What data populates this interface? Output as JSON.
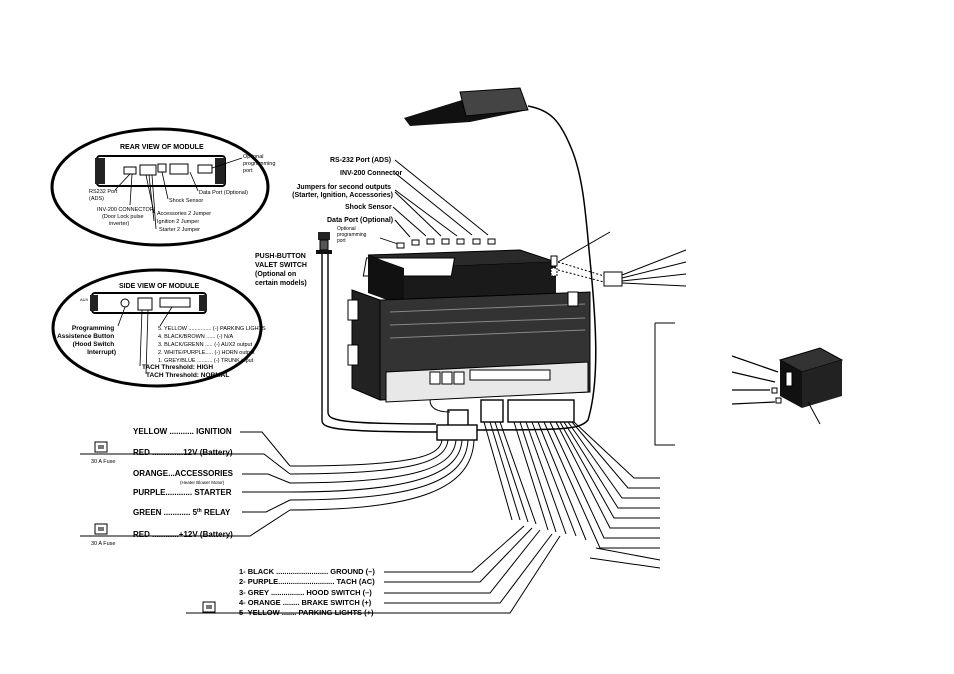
{
  "rear_view": {
    "title": "REAR VIEW OF MODULE",
    "optional_port": [
      "Optional",
      "programming",
      "port"
    ],
    "rs232": [
      "RS232 Port",
      "(ADS)"
    ],
    "inv200": [
      "INV-200 CONNECTOR",
      "(Door Lock pulse",
      "inverter)"
    ],
    "data_port": "Data Port (Optional)",
    "shock_sensor": "Shock Sensor",
    "acc2": "Accessories 2 Jumper",
    "ign2": "Ignition 2 Jumper",
    "start2": "Starter 2 Jumper"
  },
  "side_view": {
    "title": "SIDE VIEW OF MODULE",
    "prog_button": [
      "Programming",
      "Assistence Button",
      "(Hood Switch",
      "Interrupt)"
    ],
    "pins": [
      "5. YELLOW ............... (-) PARKING LIGHTS",
      "4. BLACK/BROWN ...... (-) N/A",
      "3. BLACK/GRENN ..... (-) AUX2 output",
      "2. WHITE/PURPLE..... (-) HORN output",
      "1. GREY/BLUE .......... (-) TRUNK input"
    ],
    "tach_high": "TACH Threshold: HIGH",
    "tach_normal": "TACH Threshold: NORMAL"
  },
  "callouts": {
    "rs232": "RS-232 Port (ADS)",
    "inv200": "INV-200 Connector",
    "jumpers": [
      "Jumpers for second outputs",
      "(Starter, Ignition, Accessories)"
    ],
    "shock": "Shock Sensor",
    "data": "Data Port (Optional)",
    "optional_port": [
      "Optional",
      "programming",
      "port"
    ],
    "valet": [
      "PUSH-BUTTON",
      "VALET SWITCH",
      "(Optional on",
      "certain models)"
    ]
  },
  "left_wires": {
    "yellow": "YELLOW ........... IGNITION",
    "red1": "RED ..............12V (Battery)",
    "orange": "ORANGE...ACCESSORIES",
    "orange_sub": "(Heater Blower Motor)",
    "purple": "PURPLE............ STARTER",
    "green": "GREEN ............ 5",
    "green_sup": "th",
    "green_end": " RELAY",
    "red2": "RED ............+12V (Battery)",
    "fuse1": "30 A Fuse",
    "fuse2": "30 A Fuse"
  },
  "bottom_wires": [
    "1- BLACK ......................... GROUND (–)",
    "2- PURPLE........................... TACH (AC)",
    "3- GREY ................ HOOD SWITCH (–)",
    "4- ORANGE ........ BRAKE SWITCH (+)",
    "5- YELLOW ....... PARKING LIGHTS (+)"
  ]
}
